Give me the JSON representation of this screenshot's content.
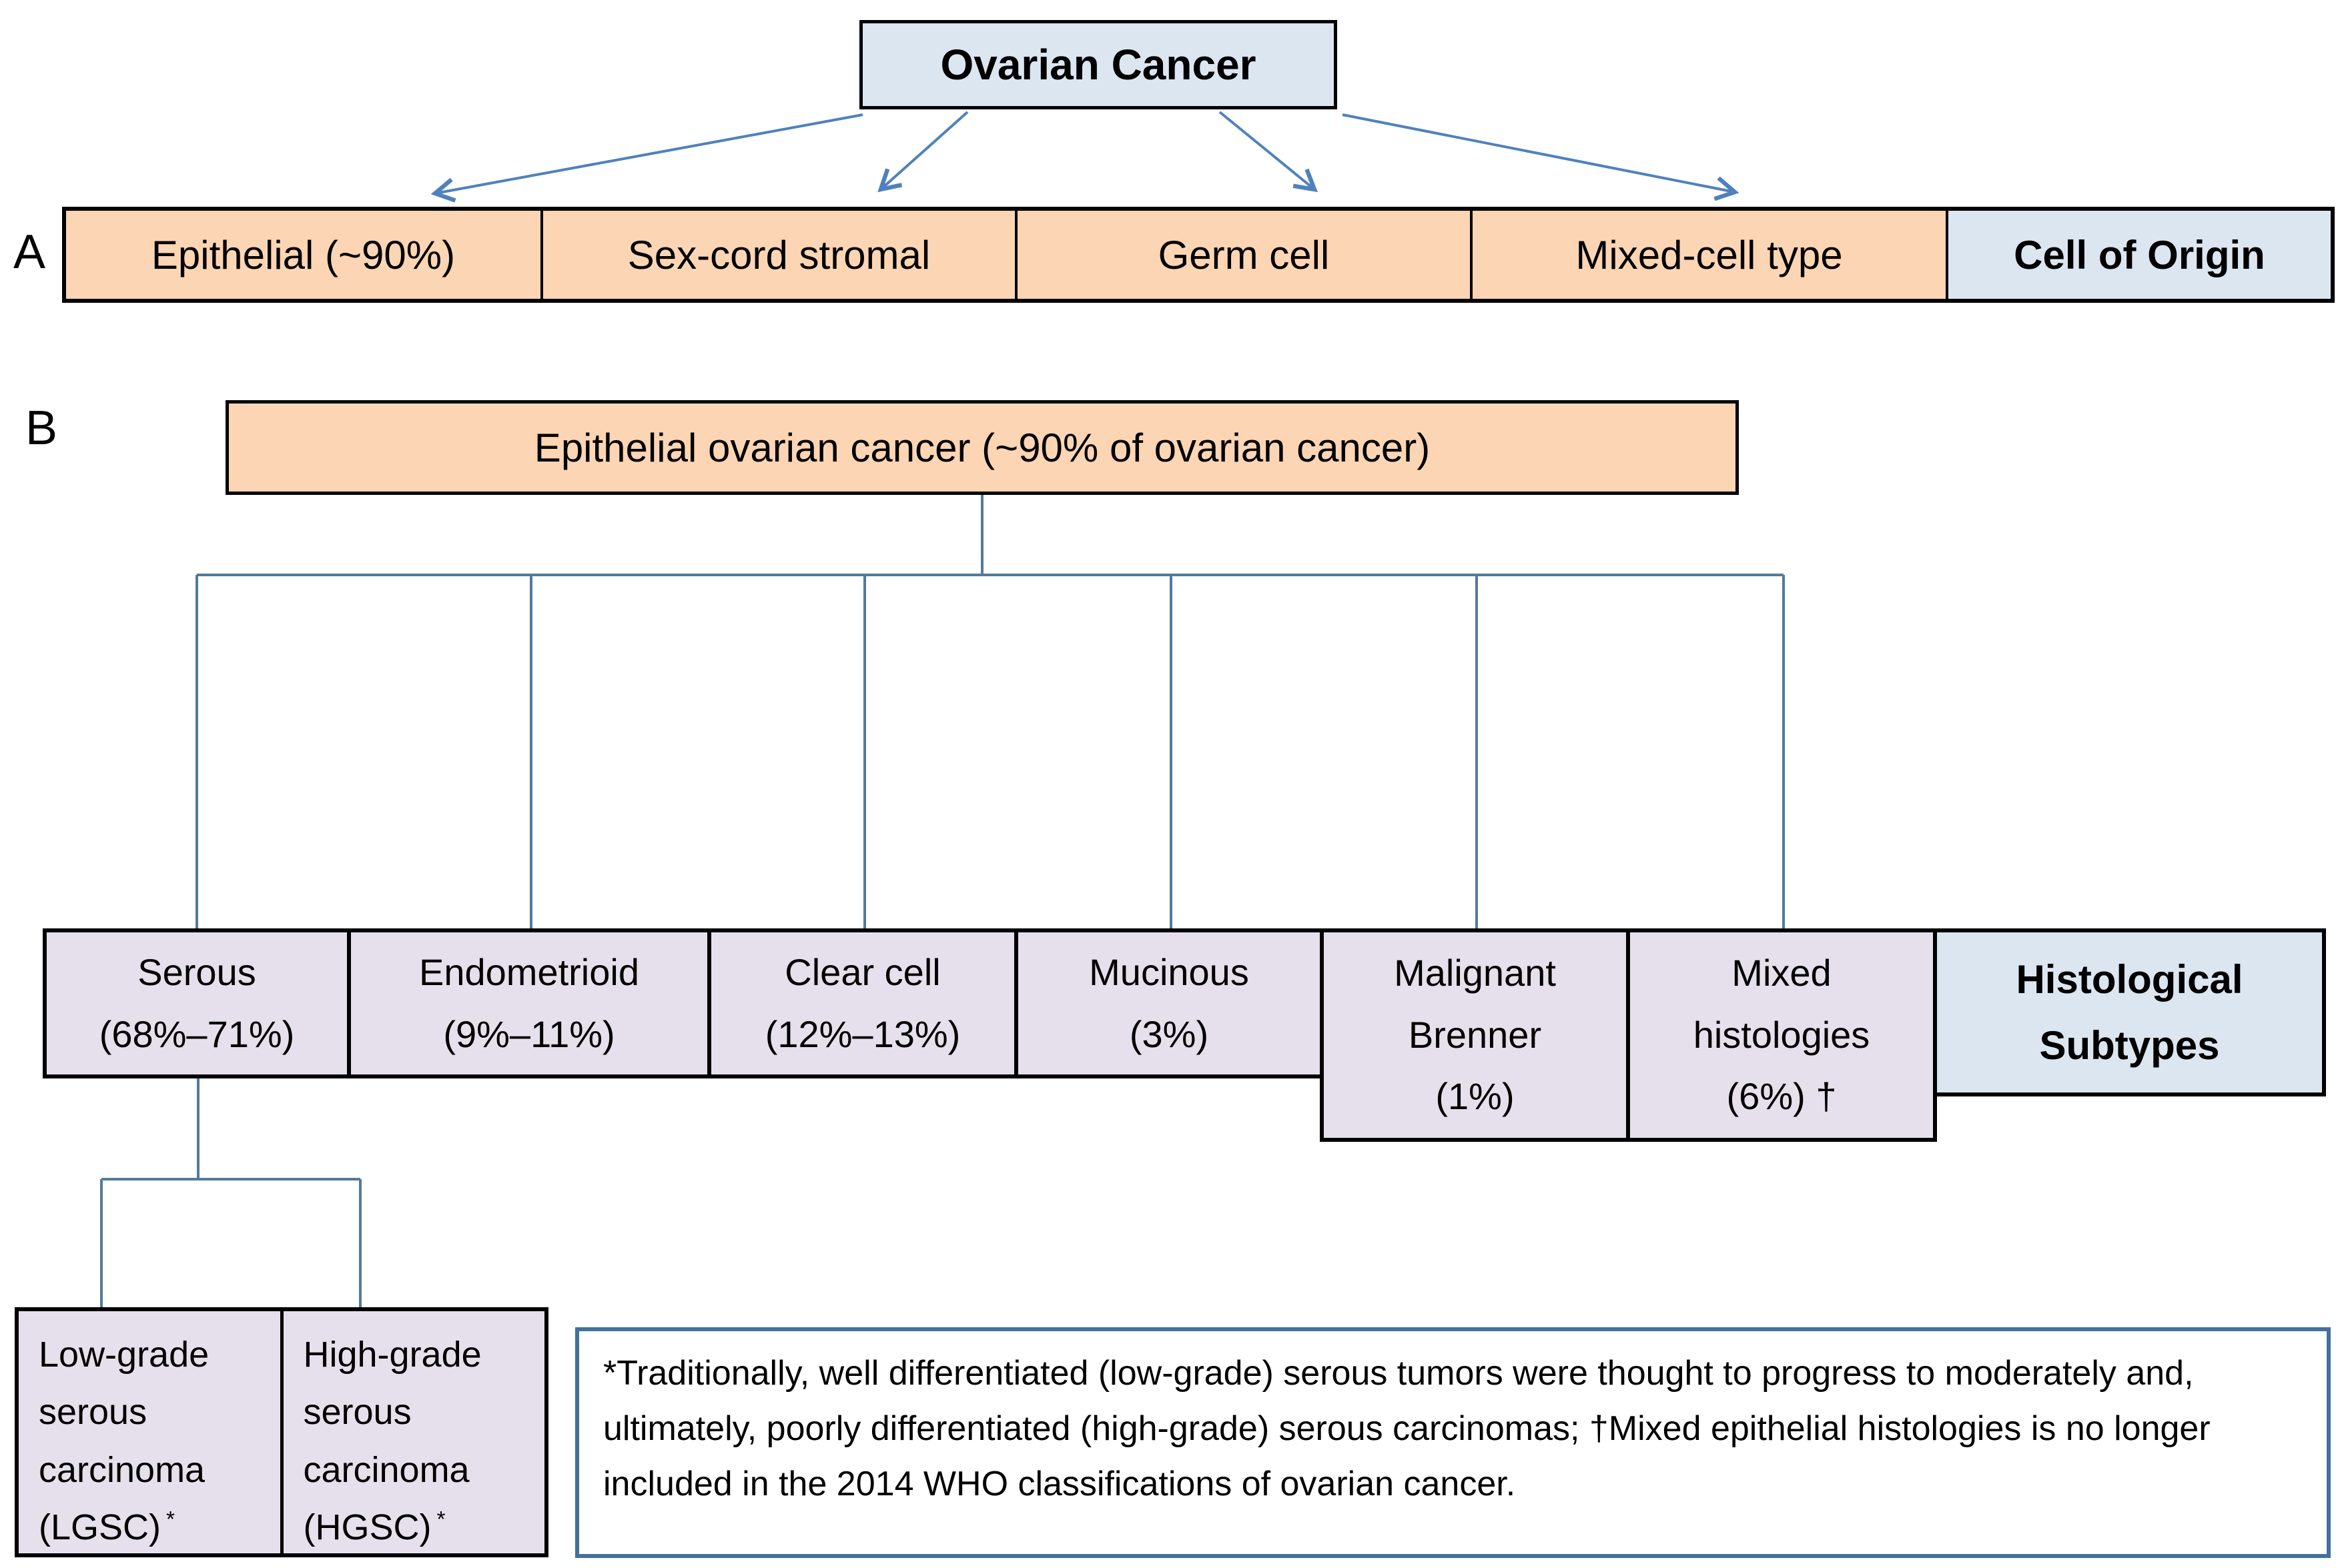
{
  "panel_a": {
    "label": "A",
    "root": "Ovarian Cancer",
    "cells": [
      {
        "label": "Epithelial (~90%)"
      },
      {
        "label": "Sex-cord stromal"
      },
      {
        "label": "Germ cell"
      },
      {
        "label": "Mixed-cell type"
      }
    ],
    "category_header": "Cell of Origin"
  },
  "panel_b": {
    "label": "B",
    "root": "Epithelial ovarian cancer (~90% of ovarian cancer)",
    "subtypes": [
      {
        "line1": "Serous",
        "line2": "(68%–71%)"
      },
      {
        "line1": "Endometrioid",
        "line2": "(9%–11%)"
      },
      {
        "line1": "Clear cell",
        "line2": "(12%–13%)"
      },
      {
        "line1": "Mucinous",
        "line2": "(3%)"
      },
      {
        "line1": "Malignant",
        "line2": "Brenner",
        "line3": "(1%)"
      },
      {
        "line1": "Mixed",
        "line2": "histologies",
        "line3": "(6%) †"
      }
    ],
    "header": {
      "line1": "Histological",
      "line2": "Subtypes"
    },
    "serous_children": [
      {
        "label": "Low-grade serous carcinoma (LGSC)",
        "marker": "*"
      },
      {
        "label": "High-grade serous carcinoma (HGSC)",
        "marker": "*"
      }
    ]
  },
  "footnote": "*Traditionally, well differentiated (low-grade) serous tumors were thought to progress to moderately and, ultimately, poorly differentiated (high-grade) serous carcinomas; †Mixed epithelial histologies is no longer included in the 2014 WHO classifications of ovarian cancer.",
  "colors": {
    "box_blue": "#dce6f1",
    "box_orange": "#fcd5b4",
    "box_lavender": "#e6e0ec",
    "line_blue": "#527a9b",
    "arrow_blue": "#4f81bd",
    "footnote_border": "#41719c",
    "border_black": "#000000"
  }
}
